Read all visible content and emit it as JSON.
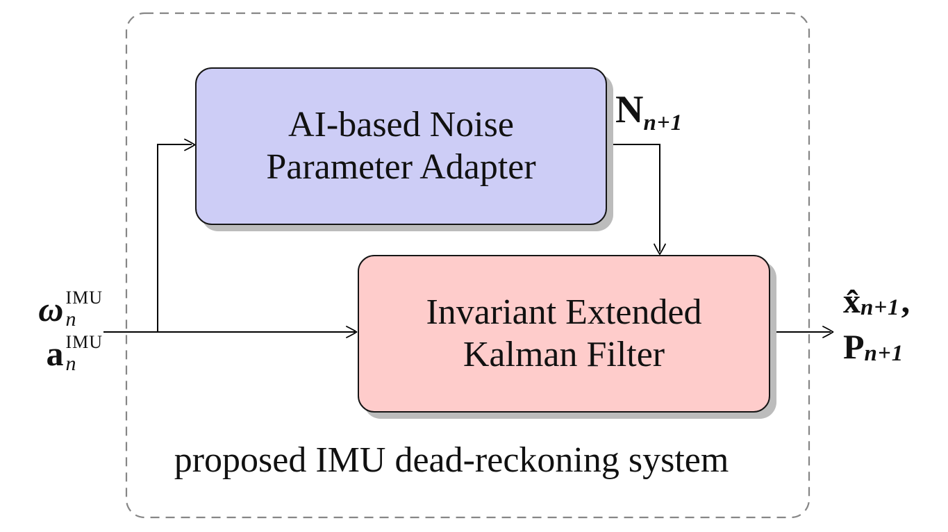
{
  "figure": {
    "caption": "proposed IMU dead-reckoning system",
    "adapter_box": {
      "lines": [
        "AI-based Noise",
        "Parameter Adapter"
      ]
    },
    "filter_box": {
      "lines": [
        "Invariant Extended",
        "Kalman Filter"
      ]
    },
    "inputs": {
      "angular_rate": {
        "base": "ω",
        "sup": "IMU",
        "sub": "n"
      },
      "acceleration": {
        "base": "a",
        "sup": "IMU",
        "sub": "n"
      }
    },
    "noise_signal": {
      "base": "N",
      "sub": "n+1"
    },
    "outputs": {
      "state": {
        "base": "x̂",
        "sub": "n+1",
        "suffix": ","
      },
      "covariance": {
        "base": "P",
        "sub": "n+1"
      }
    },
    "colors": {
      "adapter_fill": "#cdcdf6",
      "filter_fill": "#fecccb",
      "box_border": "#151515",
      "dashed_border": "#868686",
      "shadow": "#bcbcbc",
      "connector": "#000000"
    }
  }
}
